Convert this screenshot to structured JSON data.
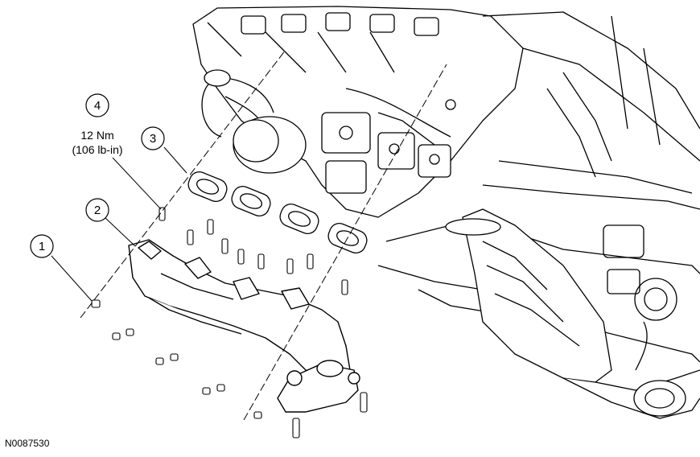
{
  "callouts": [
    {
      "number": "1"
    },
    {
      "number": "2"
    },
    {
      "number": "3"
    },
    {
      "number": "4",
      "torque_metric": "12 Nm",
      "torque_imperial": "(106 lb-in)"
    }
  ],
  "figure_id": "N0087530"
}
